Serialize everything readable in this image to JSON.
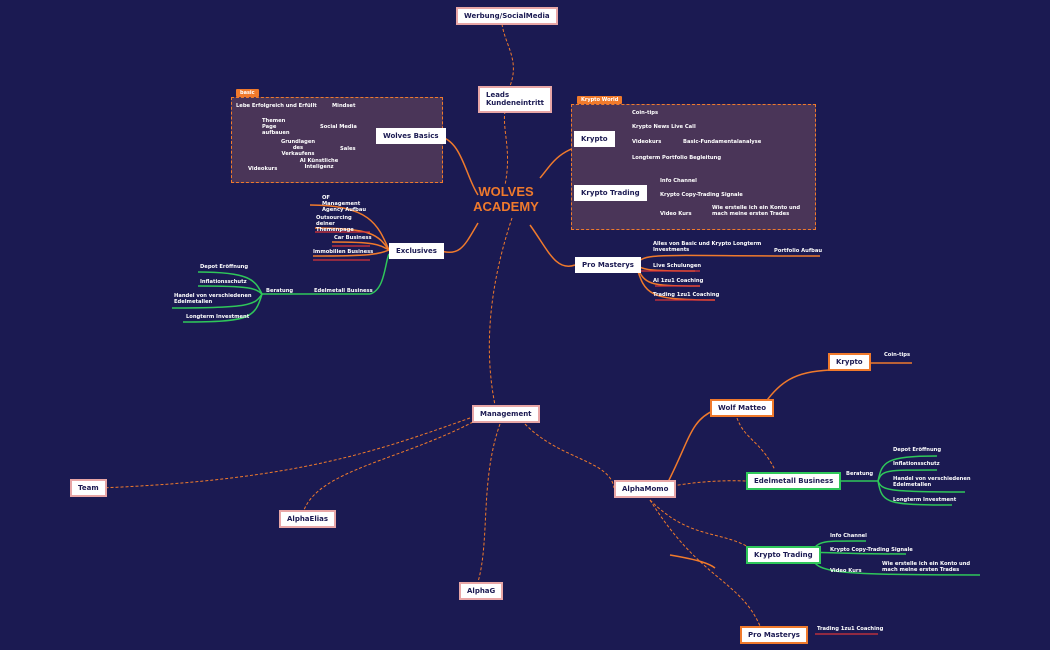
{
  "center": {
    "line1": "WOLVES",
    "line2": "ACADEMY"
  },
  "top": {
    "werbung": "Werbung/SocialMedia",
    "leads_line1": "Leads",
    "leads_line2": "Kundeneintritt"
  },
  "wolves_basics": {
    "tag": "basic",
    "title": "Wolves Basics",
    "leaves": [
      "Lebe Erfolgreich und Erfüllt",
      "Mindset",
      "Themen Page aufbauen",
      "Social Media",
      "Grundlagen des Verkaufens",
      "Sales",
      "Videokurs",
      "AI Künstliche Inteligenz"
    ]
  },
  "krypto_world": {
    "tag": "Krypto World",
    "krypto": {
      "title": "Krypto",
      "leaves": [
        "Coin-tips",
        "Krypto News Live Call",
        "Videokurs",
        "Basic-Fundamentalanalyse",
        "Longterm Portfolio Begleitung"
      ]
    },
    "krypto_trading": {
      "title": "Krypto Trading",
      "leaves": [
        "Info Channel",
        "Krypto Copy-Trading Signale",
        "Video Kurs",
        "Wie erstelle ich ein Konto und mach meine ersten Trades"
      ]
    }
  },
  "exclusives": {
    "title": "Exclusives",
    "leaves": [
      "OF Management Agency Aufbau",
      "Outsourcing deiner Themenpage",
      "Car Business",
      "Immobilien Business",
      "Edelmetall Business",
      "Beratung",
      "Depot Eröffnung",
      "Inflationsschutz",
      "Handel von verschiedenen Edelmetallen",
      "Longterm Investment"
    ]
  },
  "pro_masterys": {
    "title": "Pro Masterys",
    "leaves": [
      "Alles von Basic und Krypto Longterm Investments",
      "Portfolio Aufbau",
      "Live Schulungen",
      "AI 1zu1 Coaching",
      "Trading 1zu1 Coaching"
    ]
  },
  "management": {
    "title": "Management",
    "team": "Team",
    "alphaelias": "AlphaElias",
    "alphag": "AlphaG",
    "alphamomo": "AlphaMomo"
  },
  "wolf_matteo": {
    "title": "Wolf Matteo",
    "krypto": "Krypto",
    "cointips": "Coin-tips"
  },
  "edelmetall2": {
    "title": "Edelmetall Business",
    "leaves": [
      "Beratung",
      "Depot Eröffnung",
      "Inflationsschutz",
      "Handel von verschiedenen Edelmetallen",
      "Longterm Investment"
    ]
  },
  "krypto_trading2": {
    "title": "Krypto Trading",
    "leaves": [
      "Info Channel",
      "Krypto Copy-Trading Signale",
      "Video Kurs",
      "Wie erstelle ich ein Konto und mach meine ersten Trades"
    ]
  },
  "pro_masterys2": {
    "title": "Pro Masterys",
    "leaf": "Trading 1zu1 Coaching"
  },
  "colors": {
    "background": "#1b1a52",
    "orange": "#f07a2c",
    "green": "#2fc75a",
    "pink": "#e8a6a6",
    "red": "#d8343a"
  }
}
